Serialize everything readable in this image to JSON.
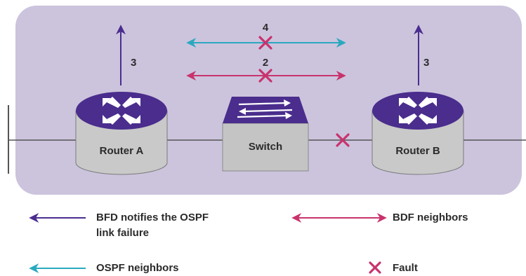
{
  "colors": {
    "panel": "#ccc4dd",
    "purple": "#4b2d8f",
    "magenta": "#c8336d",
    "cyan": "#2aa9bf",
    "router_body": "#c9c9c9",
    "router_top": "#4a2d8d",
    "switch_body": "#c4c4c4",
    "line": "#555555"
  },
  "diagram": {
    "router_a_label": "Router A",
    "router_b_label": "Router B",
    "switch_label": "Switch",
    "arrow_left_number": "3",
    "arrow_right_number": "3",
    "ospf_number": "4",
    "bfd_number": "2"
  },
  "legend": {
    "bfd_notify": "BFD notifies the OSPF\nlink failure",
    "bdf_neighbors": "BDF neighbors",
    "ospf_neighbors": "OSPF neighbors",
    "fault": "Fault"
  }
}
